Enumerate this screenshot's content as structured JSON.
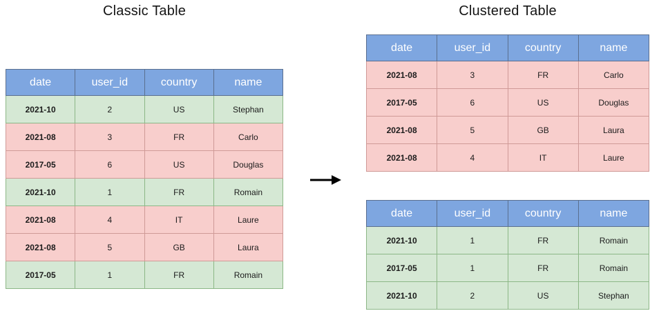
{
  "titles": {
    "left": "Classic Table",
    "right": "Clustered Table"
  },
  "columns": [
    "date",
    "user_id",
    "country",
    "name"
  ],
  "classic_table": {
    "rows": [
      {
        "tone": "green",
        "cells": [
          "2021-10",
          "2",
          "US",
          "Stephan"
        ]
      },
      {
        "tone": "pink",
        "cells": [
          "2021-08",
          "3",
          "FR",
          "Carlo"
        ]
      },
      {
        "tone": "pink",
        "cells": [
          "2017-05",
          "6",
          "US",
          "Douglas"
        ]
      },
      {
        "tone": "green",
        "cells": [
          "2021-10",
          "1",
          "FR",
          "Romain"
        ]
      },
      {
        "tone": "pink",
        "cells": [
          "2021-08",
          "4",
          "IT",
          "Laure"
        ]
      },
      {
        "tone": "pink",
        "cells": [
          "2021-08",
          "5",
          "GB",
          "Laura"
        ]
      },
      {
        "tone": "green",
        "cells": [
          "2017-05",
          "1",
          "FR",
          "Romain"
        ]
      }
    ]
  },
  "clustered_tables": [
    {
      "tone": "pink",
      "rows": [
        {
          "cells": [
            "2021-08",
            "3",
            "FR",
            "Carlo"
          ]
        },
        {
          "cells": [
            "2017-05",
            "6",
            "US",
            "Douglas"
          ]
        },
        {
          "cells": [
            "2021-08",
            "5",
            "GB",
            "Laura"
          ]
        },
        {
          "cells": [
            "2021-08",
            "4",
            "IT",
            "Laure"
          ]
        }
      ]
    },
    {
      "tone": "green",
      "rows": [
        {
          "cells": [
            "2021-10",
            "1",
            "FR",
            "Romain"
          ]
        },
        {
          "cells": [
            "2017-05",
            "1",
            "FR",
            "Romain"
          ]
        },
        {
          "cells": [
            "2021-10",
            "2",
            "US",
            "Stephan"
          ]
        }
      ]
    }
  ],
  "icons": {
    "arrow": "right-arrow"
  },
  "colors": {
    "header_blue": "#7EA6E0",
    "row_green": "#D5E8D4",
    "row_pink": "#F8CECC",
    "green_border": "#8CB786",
    "pink_border": "#CF9A97",
    "arrow_black": "#000000"
  }
}
